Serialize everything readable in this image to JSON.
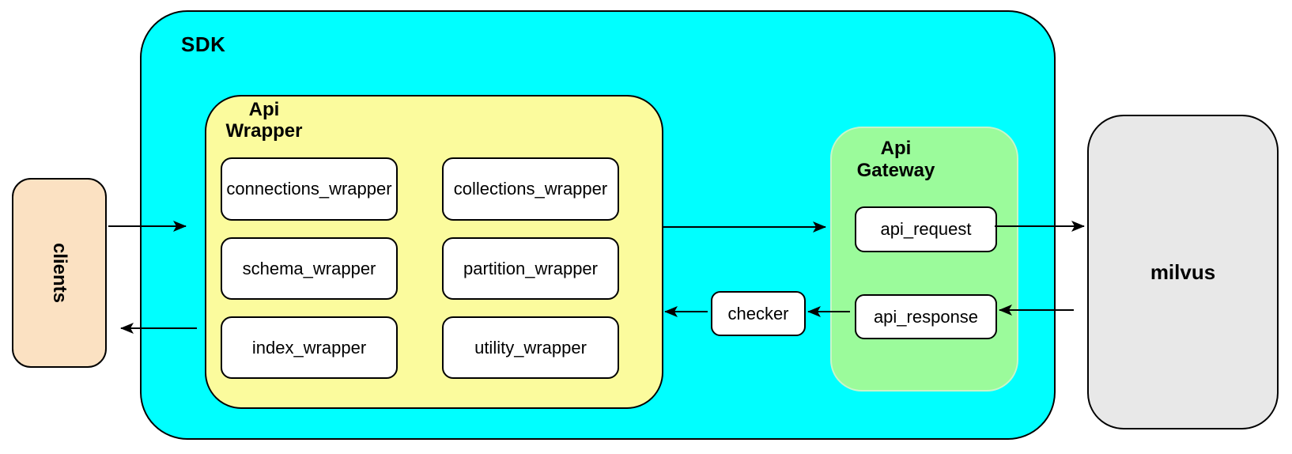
{
  "diagram": {
    "clients": {
      "label": "clients"
    },
    "sdk": {
      "label": "SDK",
      "api_wrapper": {
        "label_line1": "Api",
        "label_line2": "Wrapper",
        "modules": [
          "connections_wrapper",
          "collections_wrapper",
          "schema_wrapper",
          "partition_wrapper",
          "index_wrapper",
          "utility_wrapper"
        ]
      },
      "checker": {
        "label": "checker"
      },
      "api_gateway": {
        "label_line1": "Api",
        "label_line2": "Gateway",
        "api_request": "api_request",
        "api_response": "api_response"
      }
    },
    "milvus": {
      "label": "milvus"
    },
    "edges": [
      {
        "from": "clients",
        "to": "api_wrapper"
      },
      {
        "from": "api_wrapper",
        "to": "api_gateway.api_request"
      },
      {
        "from": "api_request",
        "to": "milvus"
      },
      {
        "from": "milvus",
        "to": "api_response"
      },
      {
        "from": "api_response",
        "to": "checker"
      },
      {
        "from": "checker",
        "to": "api_wrapper"
      },
      {
        "from": "api_wrapper",
        "to": "clients"
      }
    ],
    "colors": {
      "sdk_fill": "#00FFFF",
      "api_wrapper_fill": "#FBFB9D",
      "api_gateway_fill": "#9BFB9B",
      "clients_fill": "#FBE1C2",
      "milvus_fill": "#E8E8E8",
      "node_fill": "#FFFFFF",
      "border": "#000000"
    }
  }
}
